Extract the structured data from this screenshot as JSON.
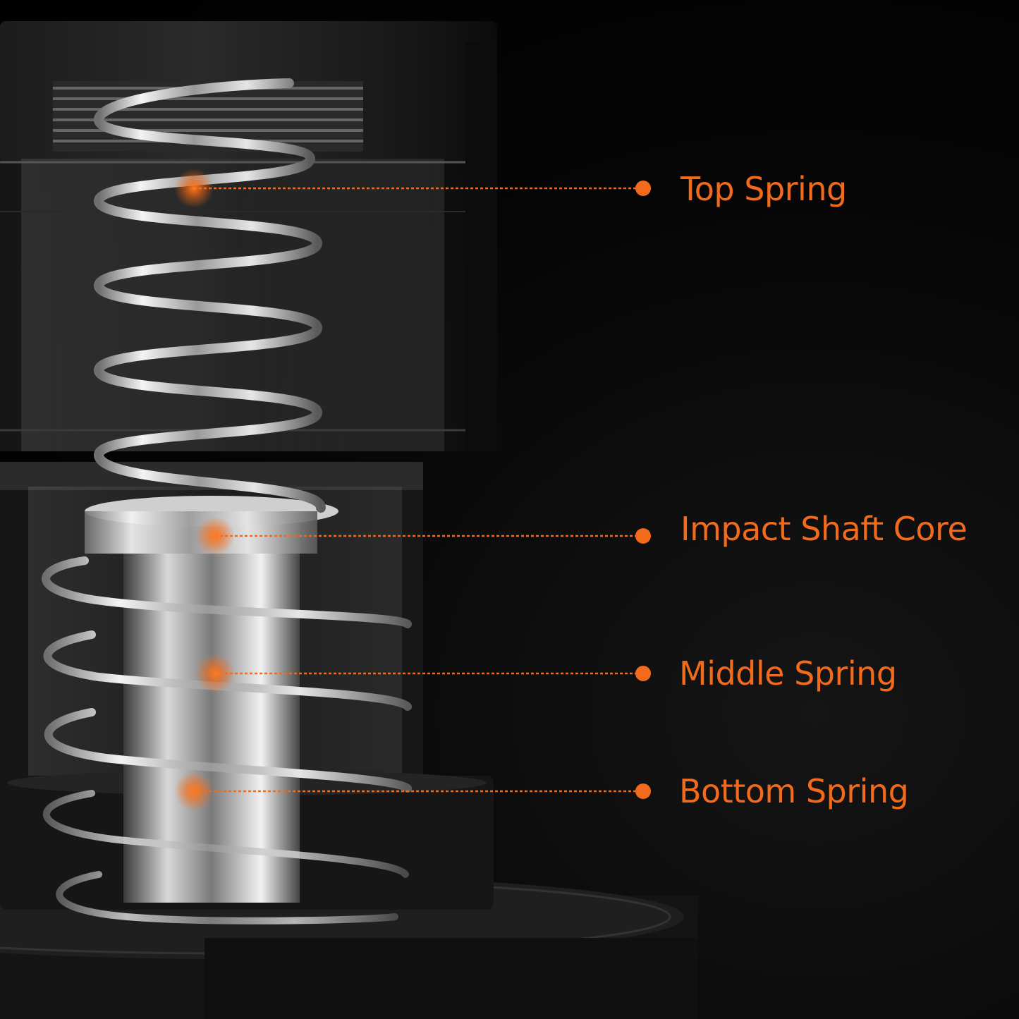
{
  "colors": {
    "accent": "#f26a1b",
    "background": "#000000"
  },
  "callouts": [
    {
      "label": "Top Spring"
    },
    {
      "label": "Impact Shaft Core"
    },
    {
      "label": "Middle Spring"
    },
    {
      "label": "Bottom Spring"
    }
  ]
}
